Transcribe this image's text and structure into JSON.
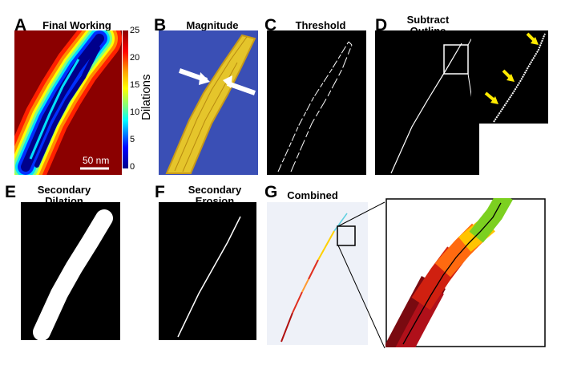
{
  "panels": {
    "A": {
      "letter": "A",
      "title": "Final Working",
      "scalebar": "50 nm"
    },
    "B": {
      "letter": "B",
      "title": "Magnitude"
    },
    "C": {
      "letter": "C",
      "title": "Threshold"
    },
    "D": {
      "letter": "D",
      "title_line1": "Subtract",
      "title_line2": "Outline"
    },
    "E": {
      "letter": "E",
      "title_line1": "Secondary",
      "title_line2": "Dilation"
    },
    "F": {
      "letter": "F",
      "title_line1": "Secondary",
      "title_line2": "Erosion"
    },
    "G": {
      "letter": "G",
      "title": "Combined"
    }
  },
  "colorbar": {
    "title": "Dilations",
    "ticks": [
      "25",
      "20",
      "15",
      "10",
      "5",
      "0"
    ],
    "colors": [
      "#8b0000",
      "#ff0000",
      "#ffa500",
      "#ffff00",
      "#7fff7f",
      "#00ffff",
      "#0000ff",
      "#00008b"
    ]
  }
}
